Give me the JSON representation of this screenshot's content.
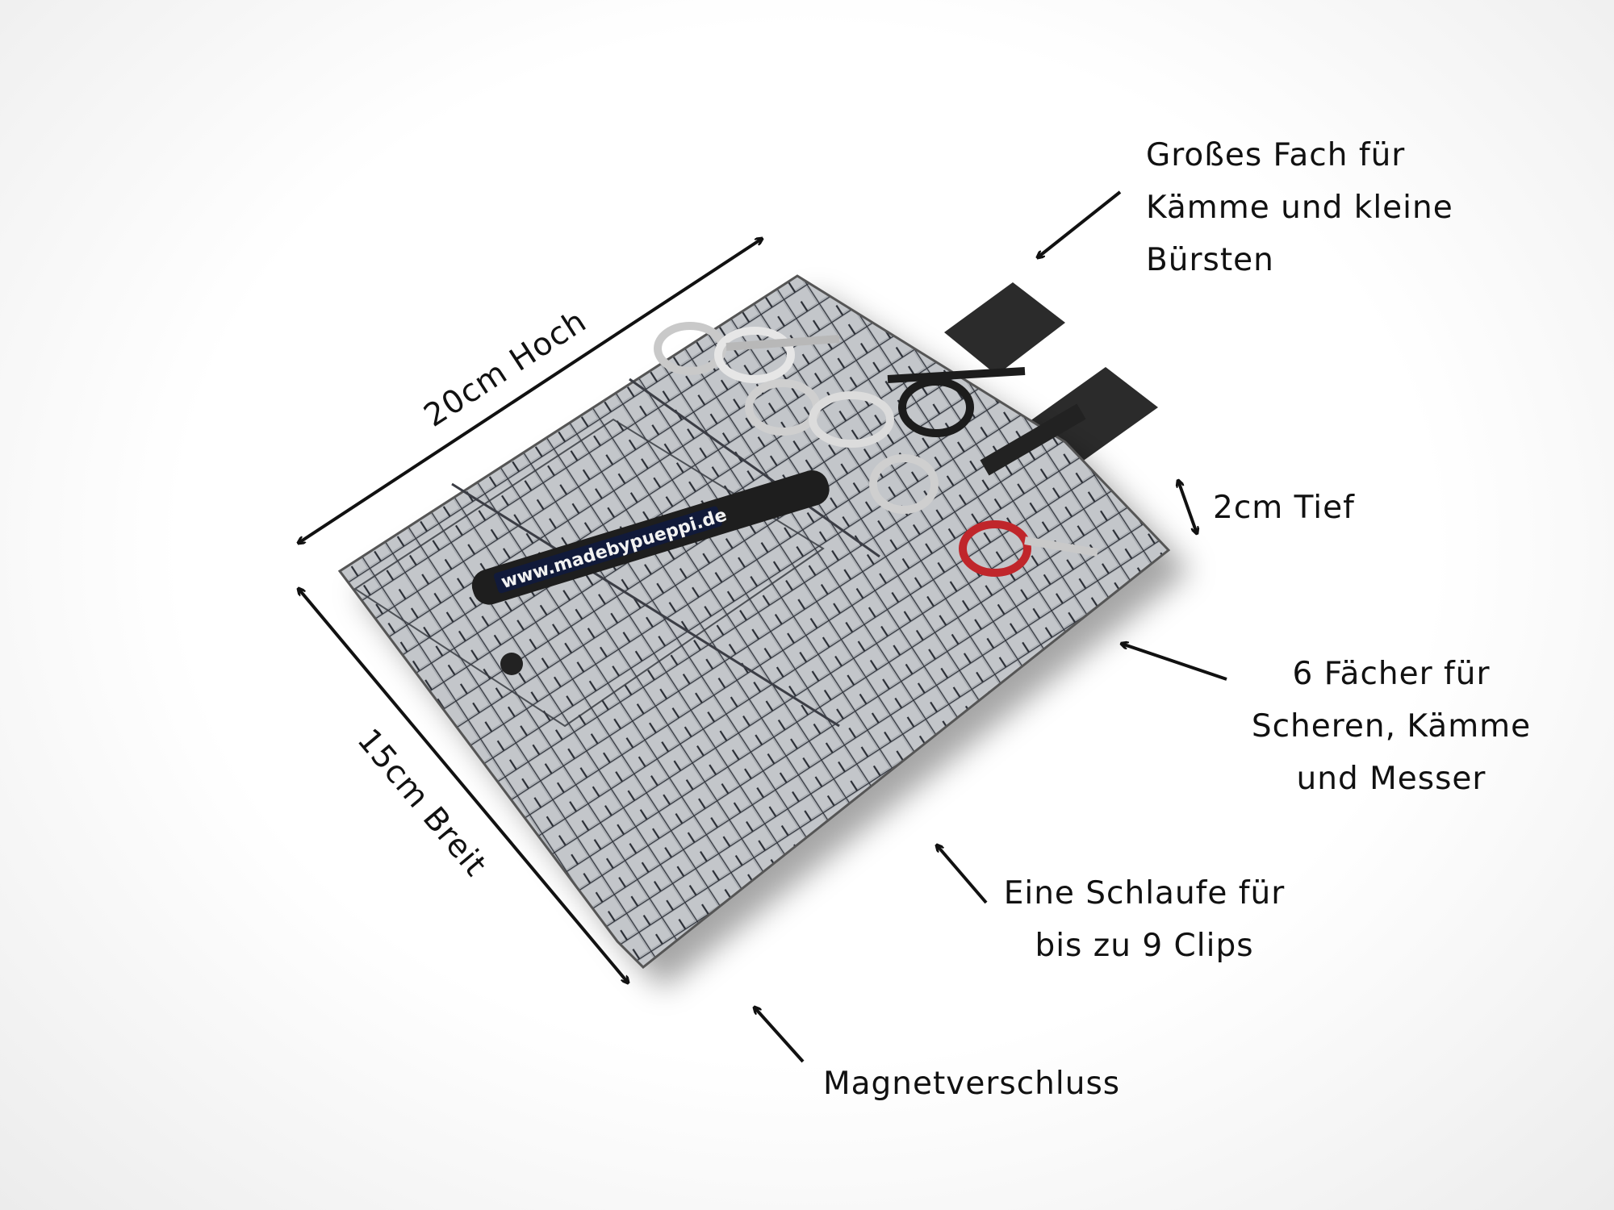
{
  "annotations": {
    "height": "20cm Hoch",
    "width": "15cm Breit",
    "depth": "2cm Tief",
    "large_compartment": [
      "Großes Fach für",
      "Kämme und kleine",
      "Bürsten"
    ],
    "compartments": [
      "6 Fächer für",
      "Scheren, Kämme",
      "und Messer"
    ],
    "loop": [
      "Eine Schlaufe für",
      "bis zu 9 Clips"
    ],
    "closure": "Magnetverschluss"
  },
  "product": {
    "clip_text": "www.madebypueppi.de",
    "colors": {
      "leather": "#a9adb2",
      "grid": "#2a2d36",
      "comb": "#2b2b2b",
      "clip": "#1e1e1e",
      "accent_ring": "#c0262b"
    }
  }
}
